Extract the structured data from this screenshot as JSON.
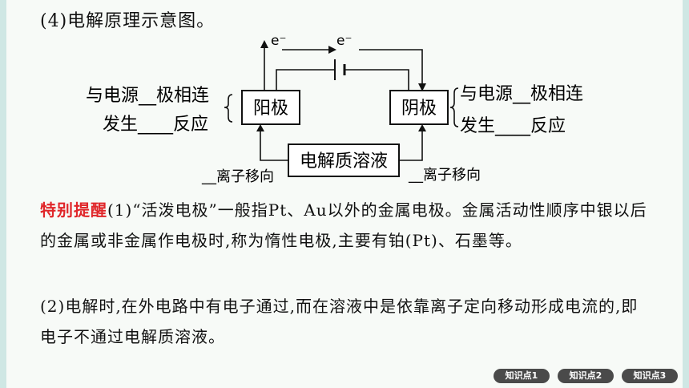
{
  "heading": "(4)电解原理示意图。",
  "diagram": {
    "electron_left": "e⁻",
    "electron_top": "e⁻",
    "anode": "阳极",
    "cathode": "阴极",
    "electrolyte": "电解质溶液",
    "left_line1": "与电源__极相连",
    "left_line2": "发生____反应",
    "right_line1": "与电源__极相连",
    "right_line2": "发生____反应",
    "ion_left": "__离子移向",
    "ion_right": "__离子移向"
  },
  "note": {
    "lead": "特别提醒",
    "p1": "(1)“活泼电极”一般指Pt、Au以外的金属电极。金属活动性顺序中银以后的金属或非金属作电极时,称为惰性电极,主要有铂(Pt)、石墨等。",
    "p2": "(2)电解时,在外电路中有电子通过,而在溶液中是依靠离子定向移动形成电流的,即电子不通过电解质溶液。"
  },
  "nav": [
    "知识点1",
    "知识点2",
    "知识点3"
  ]
}
